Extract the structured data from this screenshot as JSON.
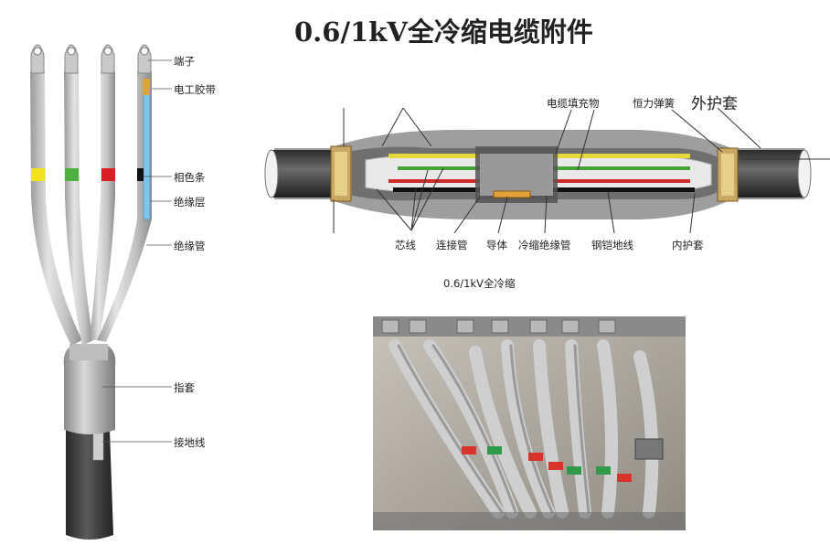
{
  "title": "0.6/1kV全冷缩电缆附件",
  "left_diagram": {
    "labels": {
      "terminal": "端子",
      "tape": "电工胶带",
      "phase_strip": "相色条",
      "insulation_layer": "绝缘层",
      "insulation_tube": "绝缘管",
      "finger_sleeve": "指套",
      "ground_wire": "接地线"
    },
    "phase_colors": [
      "#f2e21b",
      "#4caf3f",
      "#d81f26",
      "#111111"
    ]
  },
  "joint_diagram": {
    "labels": {
      "filler": "电缆填充物",
      "spring": "恒力弹簧",
      "outer_sheath": "外护套",
      "core": "芯线",
      "connector": "连接管",
      "conductor": "导体",
      "cold_shrink_tube": "冷缩绝缘管",
      "armor_ground": "钢铠地线",
      "inner_sheath": "内护套"
    },
    "caption": "0.6/1kV全冷缩"
  }
}
